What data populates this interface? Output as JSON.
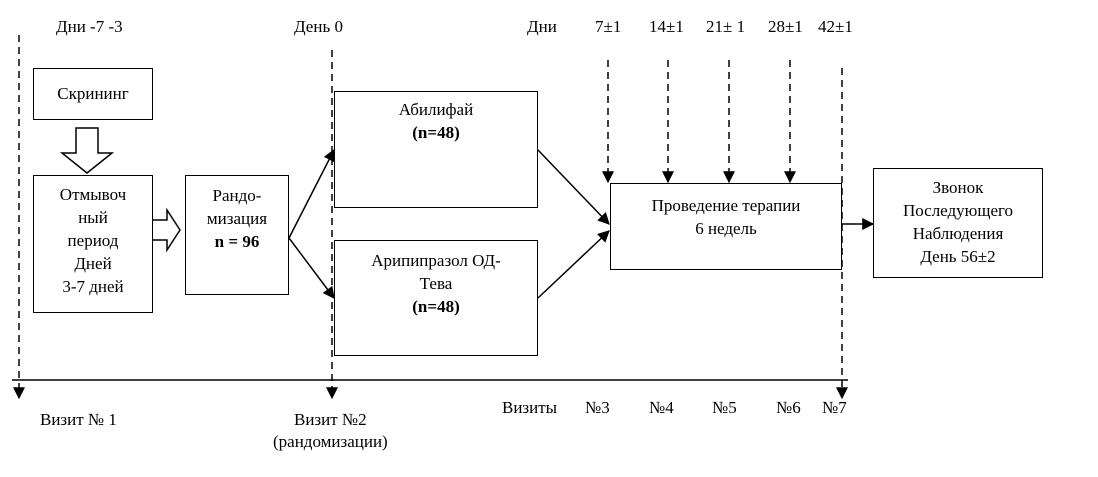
{
  "top_labels": {
    "days_screen": "Дни  -7 -3",
    "day_zero": "День  0",
    "days": "Дни",
    "d7": "7±1",
    "d14": "14±1",
    "d21": "21± 1",
    "d28": "28±1",
    "d42": "42±1"
  },
  "boxes": {
    "screening": "Скрининг",
    "washout": [
      "Отмывоч",
      "ный",
      "период",
      "Дней",
      "3-7 дней"
    ],
    "randomization": [
      "Рандо-",
      "мизация"
    ],
    "randomization_n": "n = 96",
    "abilify": "Абилифай",
    "abilify_n": "(n=48)",
    "aripiprazole": [
      "Арипипразол ОД-",
      "Тева"
    ],
    "aripiprazole_n": "(n=48)",
    "therapy": [
      "Проведение терапии",
      "6 недель"
    ],
    "followup": [
      "Звонок",
      "Последующего",
      "Наблюдения",
      "День 56±2"
    ]
  },
  "bottom_labels": {
    "visit1": "Визит № 1",
    "visit2": "Визит  №2",
    "visit2_sub": "(рандомизации)",
    "visits": "Визиты",
    "v3": "№3",
    "v4": "№4",
    "v5": "№5",
    "v6": "№6",
    "v7": "№7"
  }
}
